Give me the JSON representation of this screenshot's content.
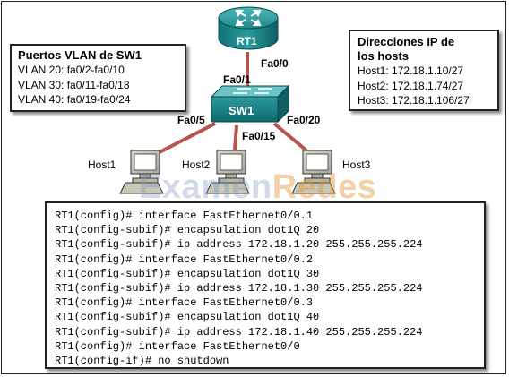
{
  "vlan_box": {
    "title": "Puertos VLAN de SW1",
    "lines": [
      "VLAN 20: fa0/2-fa0/10",
      "VLAN 30: fa0/11-fa0/18",
      "VLAN 40: fa0/19-fa0/24"
    ]
  },
  "ip_box": {
    "title_line1": "Direcciones IP de",
    "title_line2": "los hosts",
    "lines": [
      "Host1: 172.18.1.10/27",
      "Host2: 172.18.1.74/27",
      "Host3: 172.18.1.106/27"
    ]
  },
  "devices": {
    "router": "RT1",
    "switch": "SW1",
    "host1": "Host1",
    "host2": "Host2",
    "host3": "Host3"
  },
  "ports": {
    "rt1_fa00": "Fa0/0",
    "sw1_fa01": "Fa0/1",
    "sw1_fa05": "Fa0/5",
    "sw1_fa015": "Fa0/15",
    "sw1_fa020": "Fa0/20"
  },
  "watermark": {
    "part1": "Examen",
    "part2": "Redes"
  },
  "cli_lines": [
    "RT1(config)# interface FastEthernet0/0.1",
    "RT1(config-subif)# encapsulation dot1Q 20",
    "RT1(config-subif)# ip address 172.18.1.20 255.255.255.224",
    "RT1(config)# interface FastEthernet0/0.2",
    "RT1(config-subif)# encapsulation dot1Q 30",
    "RT1(config-subif)# ip address 172.18.1.30 255.255.255.224",
    "RT1(config)# interface FastEthernet0/0.3",
    "RT1(config-subif)# encapsulation dot1Q 40",
    "RT1(config-subif)# ip address 172.18.1.40 255.255.255.224",
    "RT1(config)# interface FastEthernet0/0",
    "RT1(config-if)# no shutdown"
  ],
  "colors": {
    "link": "#b5554f",
    "device_teal": "#1e8a8c",
    "device_dark": "#0f5f63"
  }
}
